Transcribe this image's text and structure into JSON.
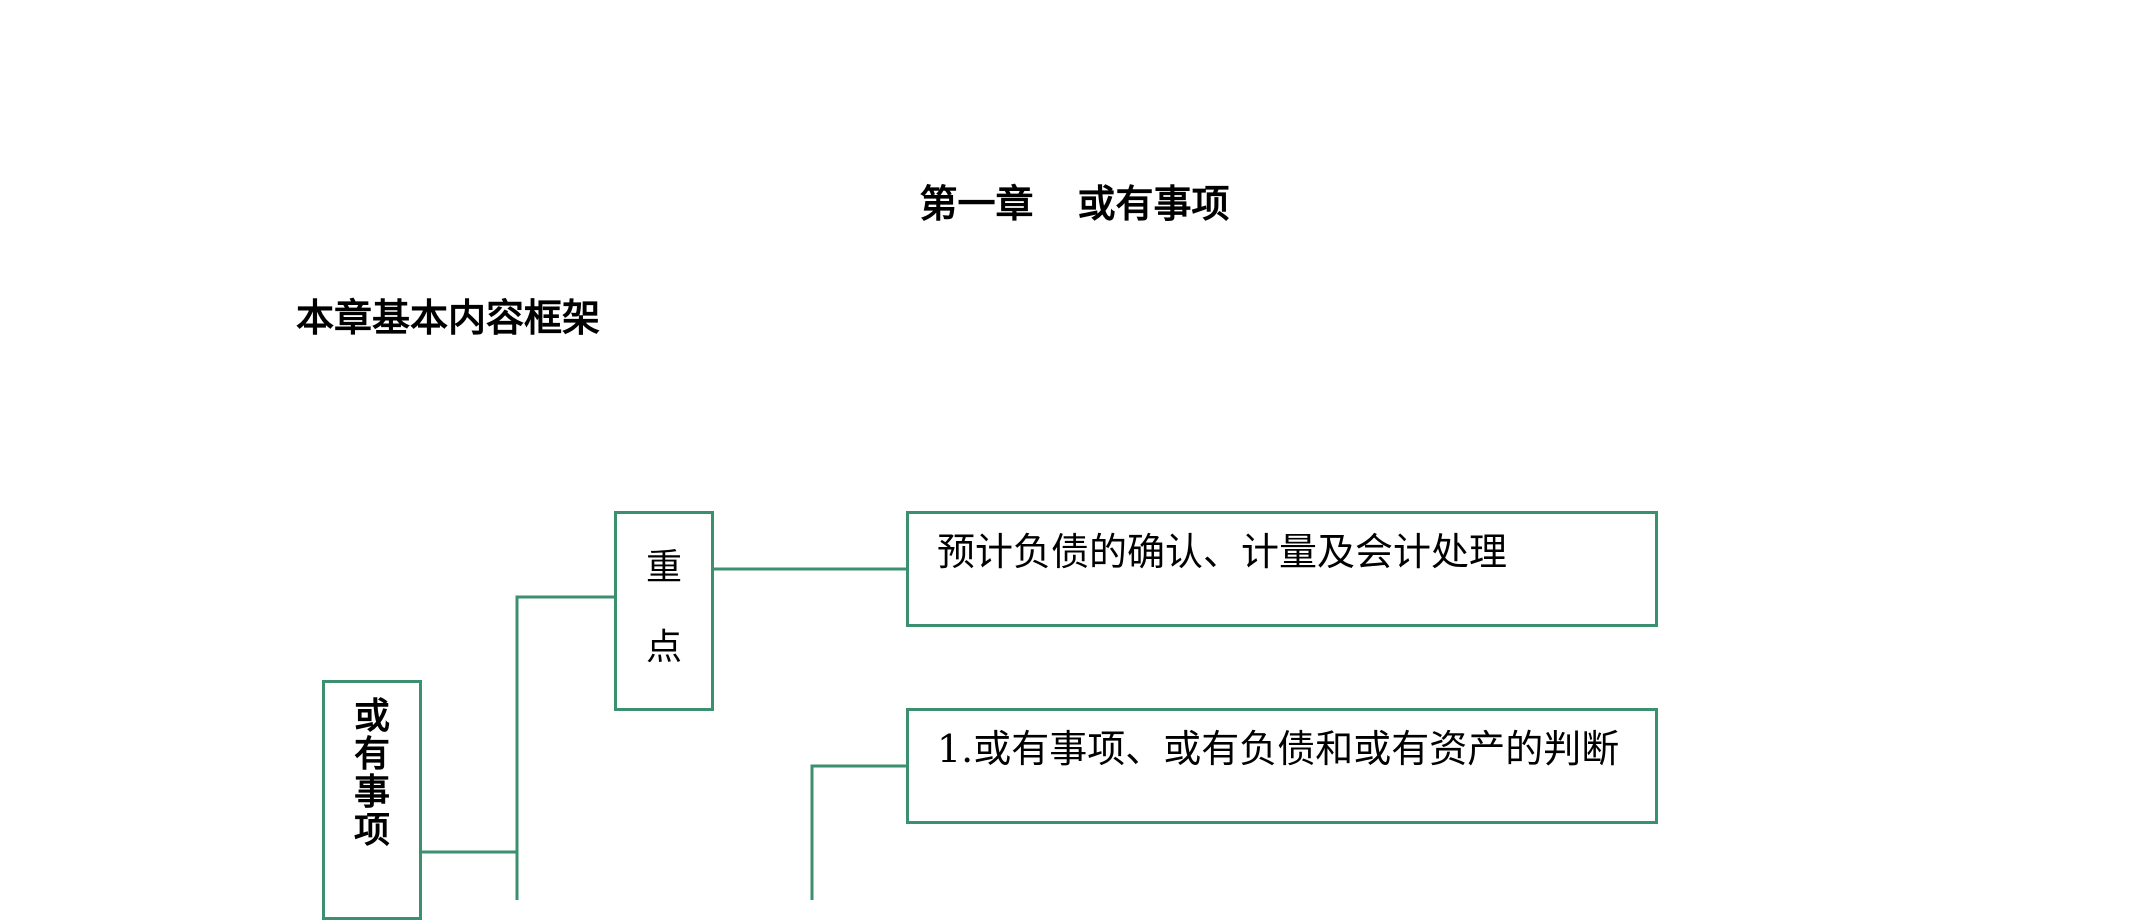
{
  "document": {
    "chapter": "第一章",
    "chapter_name": "或有事项",
    "section_heading": "本章基本内容框架"
  },
  "diagram": {
    "root": {
      "label_chars": [
        "或",
        "有",
        "事",
        "项"
      ]
    },
    "key_point": {
      "label_chars": [
        "重",
        "点"
      ]
    },
    "items": [
      {
        "text": "预计负债的确认、计量及会计处理"
      },
      {
        "text": "1.或有事项、或有负债和或有资产的判断"
      }
    ]
  },
  "colors": {
    "line": "#3b9070",
    "text": "#000000",
    "background": "#ffffff"
  }
}
